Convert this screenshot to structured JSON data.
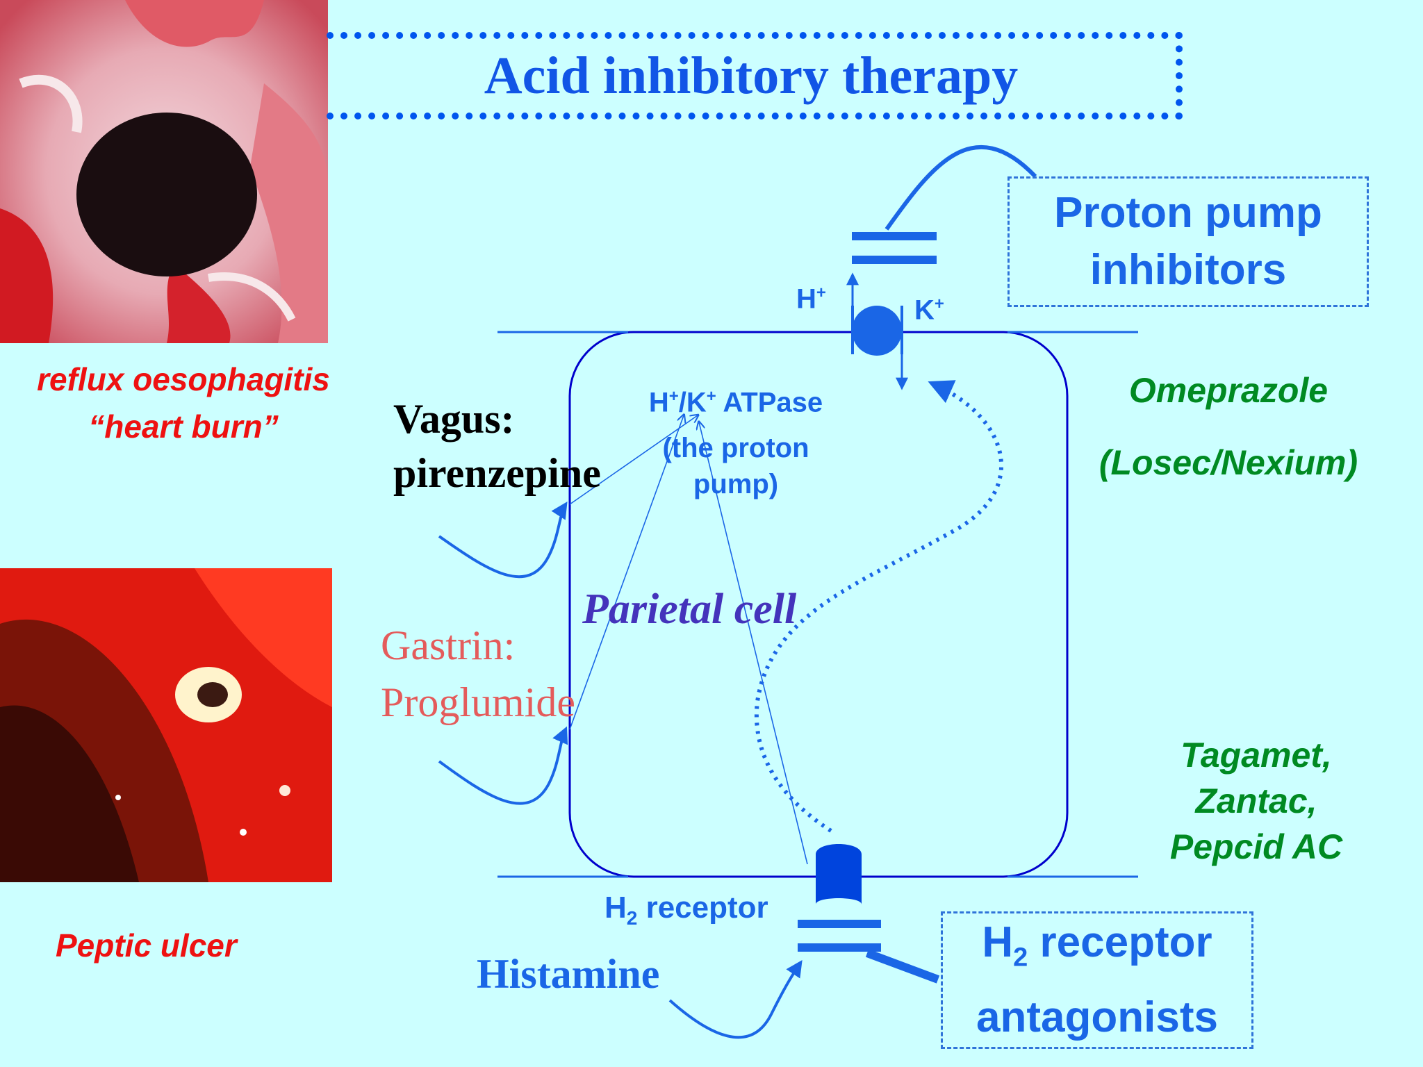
{
  "title": "Acid inhibitory therapy",
  "left": {
    "reflux_line1": "reflux oesophagitis",
    "reflux_line2": "“heart burn”",
    "peptic": "Peptic ulcer"
  },
  "inputs": {
    "vagus": "Vagus:",
    "vagus_drug": "pirenzepine",
    "gastrin": "Gastrin:",
    "gastrin_drug": "Proglumide",
    "histamine": "Histamine",
    "h2_receptor_label": "H",
    "h2_receptor_sub": "2",
    "h2_receptor_rest": " receptor"
  },
  "cell": {
    "name": "Parietal cell",
    "atpase_h": "H",
    "atpase_plus1": "+",
    "atpase_slash_k": "/K",
    "atpase_plus2": "+",
    "atpase_rest": " ATPase",
    "atpase_line2": "(the proton",
    "atpase_line3": "pump)",
    "h_ion": "H",
    "h_ion_sup": "+",
    "k_ion": "K",
    "k_ion_sup": "+"
  },
  "right": {
    "ppi_line1": "Proton pump",
    "ppi_line2": "inhibitors",
    "omeprazole": "Omeprazole",
    "losec": "(Losec/Nexium)",
    "tagamet": "Tagamet,",
    "zantac": "Zantac,",
    "pepcid": "Pepcid AC",
    "h2a_h": "H",
    "h2a_sub": "2",
    "h2a_rest": " receptor",
    "h2a_line2": "antagonists"
  },
  "colors": {
    "background": "#ccffff",
    "blue": "#1a66e6",
    "navy": "#0000cc",
    "red": "#ee1111",
    "green": "#008a22",
    "salmon": "#e45b5b",
    "purple": "#4433bb"
  }
}
